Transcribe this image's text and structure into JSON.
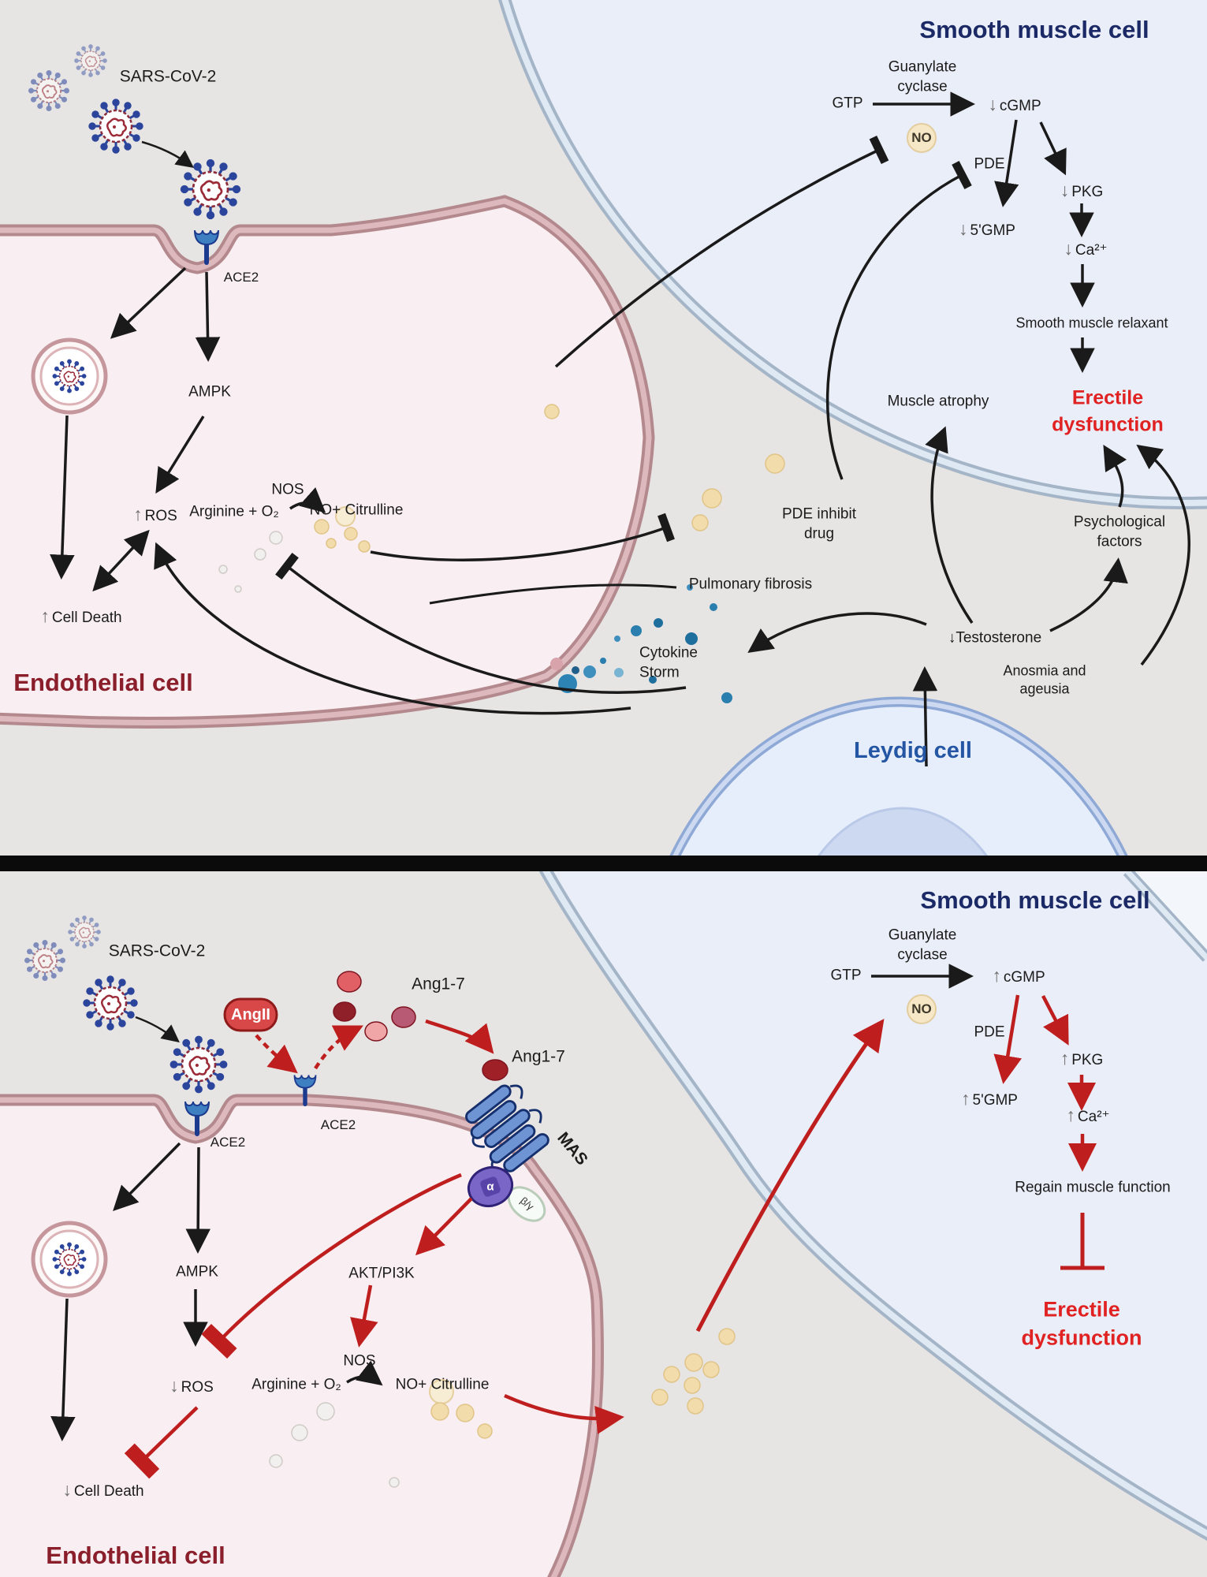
{
  "colors": {
    "erectile_red": "#e02222",
    "title_navy": "#1b2a66",
    "endothelial_dark_red": "#8a1f2b",
    "leydig_blue": "#2456a4",
    "red_arrow": "#bf1e1e",
    "membrane_pink": "#b3898e",
    "membrane_blue": "#a5b5c8"
  },
  "top": {
    "sars": "SARS-CoV-2",
    "ace2": "ACE2",
    "ampk": "AMPK",
    "ros": {
      "arrow": "↑",
      "text": "ROS"
    },
    "cell_death": {
      "arrow": "↑",
      "text": "Cell Death"
    },
    "endothelial": "Endothelial cell",
    "nos": "NOS",
    "arginine": "Arginine + O₂",
    "no_citrulline": "NO+ Citrulline",
    "smc_title": "Smooth muscle cell",
    "guanylate1": "Guanylate",
    "guanylate2": "cyclase",
    "gtp": "GTP",
    "cgmp": {
      "arrow": "↓",
      "text": "cGMP"
    },
    "no_badge": "NO",
    "pde": "PDE",
    "gmp5": {
      "arrow": "↓",
      "text": "5'GMP"
    },
    "pkg": {
      "arrow": "↓",
      "text": "PKG"
    },
    "ca": {
      "arrow": "↓",
      "text": "Ca²⁺"
    },
    "smr": "Smooth muscle relaxant",
    "ed1": "Erectile",
    "ed2": "dysfunction",
    "muscle_atrophy": "Muscle atrophy",
    "pde_inhibit1": "PDE inhibit",
    "pde_inhibit2": "drug",
    "psych1": "Psychological",
    "psych2": "factors",
    "pulmonary": "Pulmonary fibrosis",
    "cytokine1": "Cytokine",
    "cytokine2": "Storm",
    "testosterone": "↓Testosterone",
    "anosmia1": "Anosmia and",
    "anosmia2": "ageusia",
    "leydig": "Leydig cell"
  },
  "bottom": {
    "sars": "SARS-CoV-2",
    "angii": "AngII",
    "ang17_a": "Ang1-7",
    "ang17_b": "Ang1-7",
    "ace2_membrane": "ACE2",
    "ace2_free": "ACE2",
    "mas": "MAS",
    "g_alpha": "α",
    "g_betagamma": "β/γ",
    "akt": "AKT/PI3K",
    "ampk": "AMPK",
    "ros": {
      "arrow": "↓",
      "text": "ROS"
    },
    "cell_death": {
      "arrow": "↓",
      "text": "Cell Death"
    },
    "nos": "NOS",
    "arginine": "Arginine + O₂",
    "no_citrulline": "NO+ Citrulline",
    "endothelial": "Endothelial cell",
    "smc_title": "Smooth muscle cell",
    "guanylate1": "Guanylate",
    "guanylate2": "cyclase",
    "gtp": "GTP",
    "cgmp": {
      "arrow": "↑",
      "text": "cGMP"
    },
    "no_badge": "NO",
    "pde": "PDE",
    "gmp5": {
      "arrow": "↑",
      "text": "5'GMP"
    },
    "pkg": {
      "arrow": "↑",
      "text": "PKG"
    },
    "ca": {
      "arrow": "↑",
      "text": "Ca²⁺"
    },
    "regain": "Regain muscle function",
    "ed1": "Erectile",
    "ed2": "dysfunction"
  }
}
